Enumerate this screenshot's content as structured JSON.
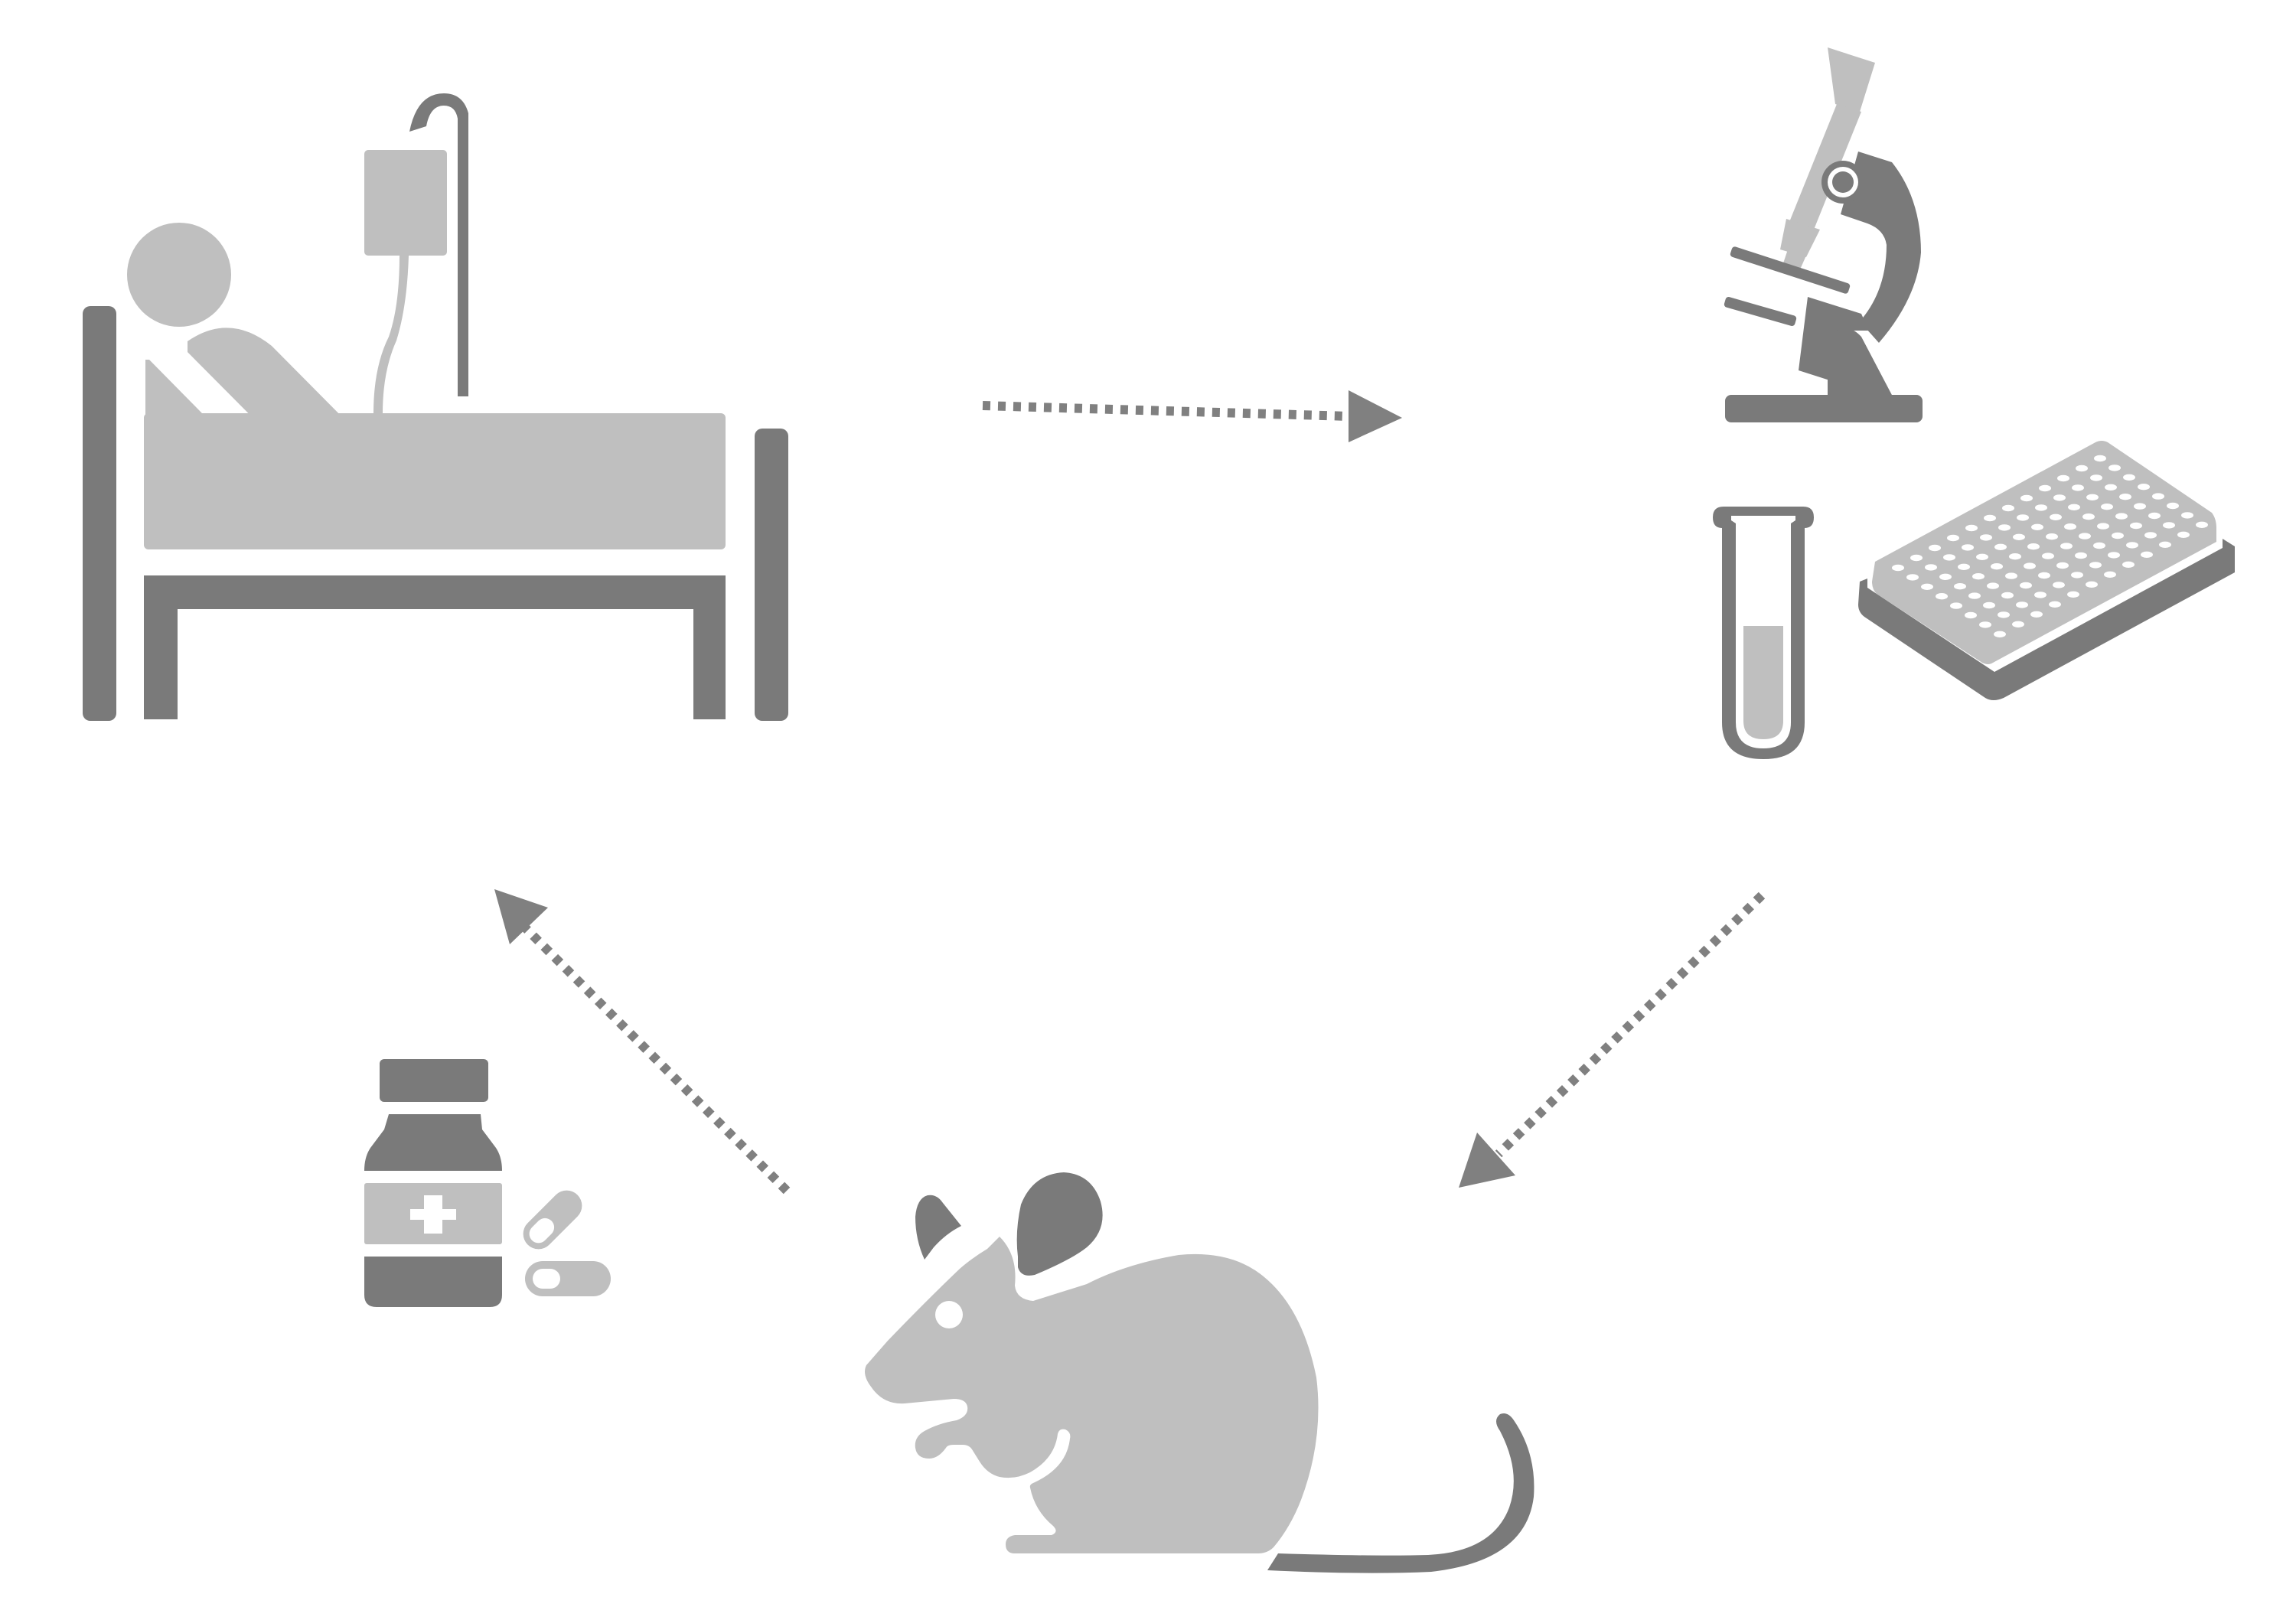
{
  "diagram": {
    "type": "cycle",
    "nodes": [
      {
        "id": "patient",
        "icon": "hospital-bed-patient-iv-icon"
      },
      {
        "id": "lab",
        "icon": "microscope-test-tube-well-plate-icon"
      },
      {
        "id": "animal",
        "icon": "mouse-icon"
      },
      {
        "id": "drug",
        "icon": "medicine-bottle-pills-icon"
      }
    ],
    "edges": [
      {
        "from": "patient",
        "to": "lab",
        "style": "dotted-arrow"
      },
      {
        "from": "lab",
        "to": "animal",
        "style": "dotted-arrow"
      },
      {
        "from": "animal",
        "to": "patient",
        "style": "dotted-arrow"
      }
    ]
  },
  "colors": {
    "dark": "#7a7a7a",
    "light": "#bfbfbf",
    "arrow": "#808080",
    "background": "#ffffff"
  }
}
